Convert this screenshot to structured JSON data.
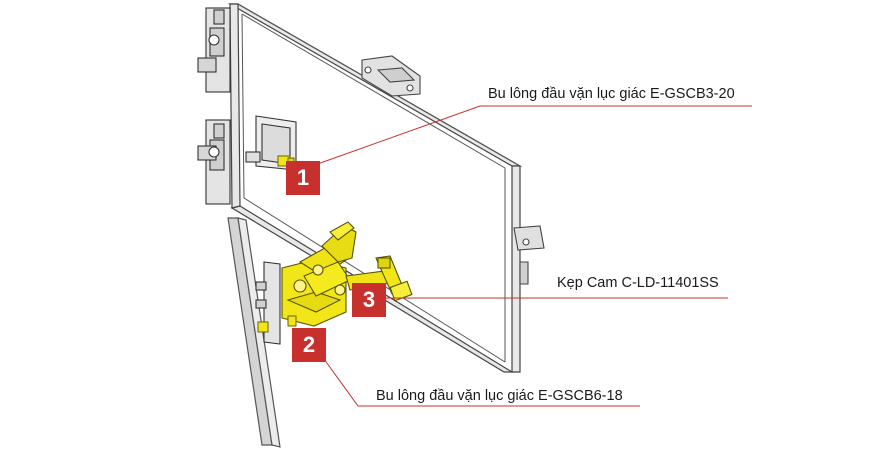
{
  "callouts": [
    {
      "number": "1",
      "label": "Bu lông đầu vặn lục giác E-GSCB3-20"
    },
    {
      "number": "2",
      "label": "Bu lông đầu vặn lục giác E-GSCB6-18"
    },
    {
      "number": "3",
      "label": "Kẹp Cam C-LD-11401SS"
    }
  ],
  "colors": {
    "accent": "#c8302e",
    "highlight_part": "#f2e618",
    "frame_fill": "#e6e6e6",
    "outline": "#333333"
  }
}
